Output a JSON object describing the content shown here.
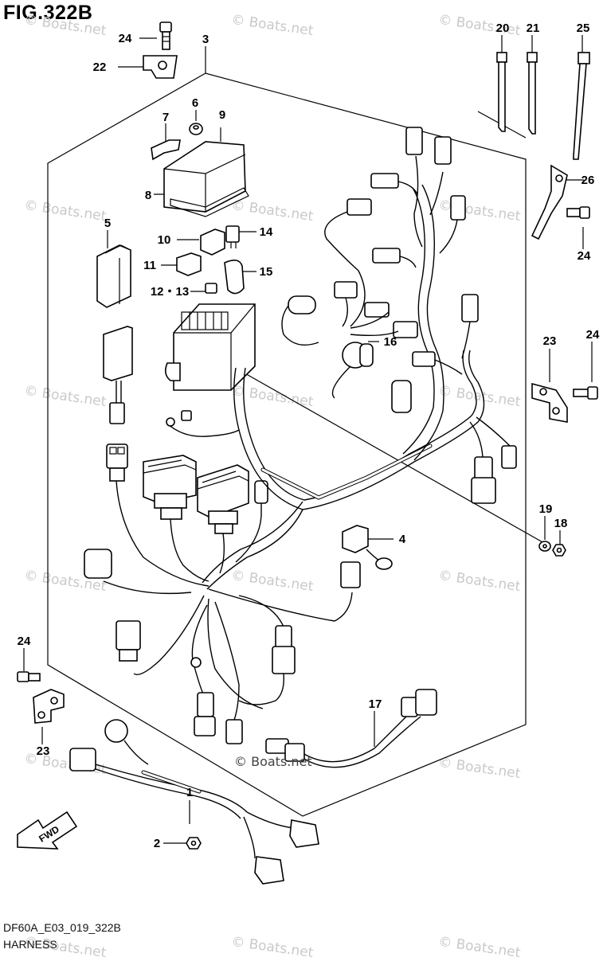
{
  "figure_title": "FIG.322B",
  "footer": {
    "code": "DF60A_E03_019_322B",
    "name": "HARNESS"
  },
  "watermark": "© Boats.net",
  "watermark_center": "© Boats.net",
  "fwd_label": "FWD",
  "callouts": {
    "c1": "1",
    "c2": "2",
    "c3": "3",
    "c4": "4",
    "c5": "5",
    "c6": "6",
    "c7": "7",
    "c8": "8",
    "c9": "9",
    "c10": "10",
    "c11": "11",
    "c12_13": "12・13",
    "c14": "14",
    "c15": "15",
    "c16": "16",
    "c17": "17",
    "c18": "18",
    "c19": "19",
    "c20": "20",
    "c21": "21",
    "c22": "22",
    "c23a": "23",
    "c23b": "23",
    "c24a": "24",
    "c24b": "24",
    "c24c": "24",
    "c24d": "24",
    "c25": "25",
    "c26": "26"
  }
}
